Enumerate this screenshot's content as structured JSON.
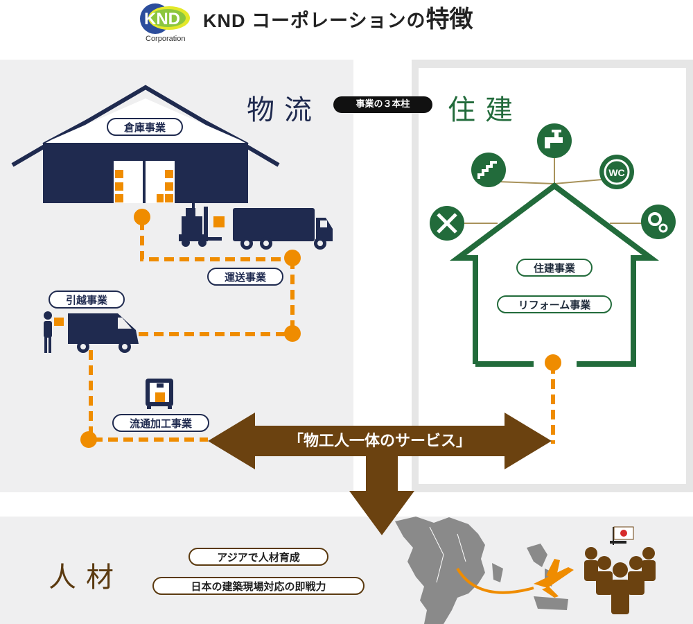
{
  "header": {
    "logo_text": "KND",
    "logo_sub": "Corporation",
    "title_prefix": "KND コーポレーションの",
    "title_main": "特徴"
  },
  "pillars_label": "事業の３本柱",
  "logistics": {
    "heading": "物流",
    "warehouse": "倉庫事業",
    "transport": "運送事業",
    "moving": "引越事業",
    "processing": "流通加工事業"
  },
  "housing": {
    "heading": "住建",
    "construction": "住建事業",
    "reform": "リフォーム事業",
    "wc_label": "WC"
  },
  "service": "「物工人一体のサービス」",
  "people": {
    "heading": "人材",
    "item1": "アジアで人材育成",
    "item2": "日本の建築現場対応の即戦力"
  },
  "colors": {
    "navy": "#1f2a4f",
    "orange": "#ef8c00",
    "green": "#226b3b",
    "brown": "#5b3a10",
    "panel": "#efeff0"
  },
  "icons": [
    "warehouse-icon",
    "forklift-icon",
    "truck-icon",
    "van-icon",
    "person-icon",
    "box-machine-icon",
    "tools-icon",
    "stairs-icon",
    "faucet-icon",
    "wc-icon",
    "gears-icon",
    "house-icon",
    "airplane-icon",
    "workers-icon",
    "japan-flag-icon",
    "asia-map-icon"
  ]
}
